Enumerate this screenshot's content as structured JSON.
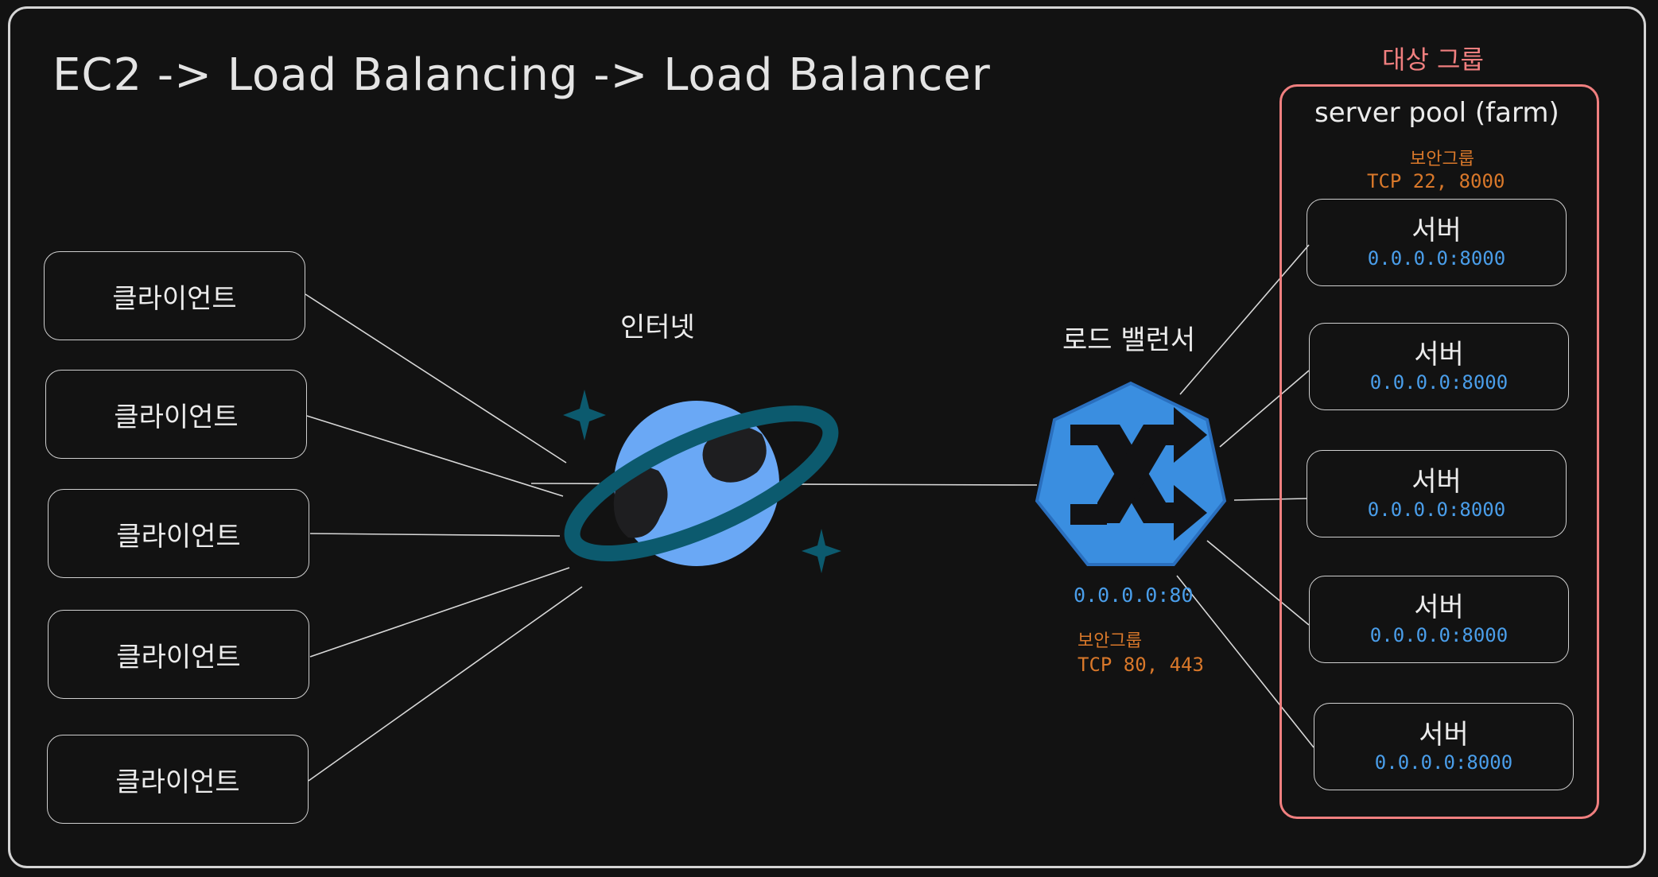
{
  "title": "EC2 -> Load Balancing -> Load Balancer",
  "clients": [
    "클라이언트",
    "클라이언트",
    "클라이언트",
    "클라이언트",
    "클라이언트"
  ],
  "internet": {
    "label": "인터넷"
  },
  "load_balancer": {
    "label": "로드 밸런서",
    "address": "0.0.0.0:80",
    "security_group_label": "보안그룹",
    "security_group_rule": "TCP 80, 443"
  },
  "target_group": {
    "label": "대상 그룹",
    "pool_label": "server pool (farm)",
    "security_group_label": "보안그룹",
    "security_group_rule": "TCP 22, 8000",
    "servers": [
      {
        "label": "서버",
        "address": "0.0.0.0:8000"
      },
      {
        "label": "서버",
        "address": "0.0.0.0:8000"
      },
      {
        "label": "서버",
        "address": "0.0.0.0:8000"
      },
      {
        "label": "서버",
        "address": "0.0.0.0:8000"
      },
      {
        "label": "서버",
        "address": "0.0.0.0:8000"
      }
    ]
  },
  "colors": {
    "group_border": "#f07f7f",
    "address_text": "#4a9eea",
    "security_text": "#d9782a",
    "globe": "#6aa8f5",
    "ring": "#0c5a6e",
    "lb_fill": "#3a8ee0"
  },
  "icons": {
    "internet": "globe-ring-icon",
    "load_balancer": "shuffle-arrows-icon",
    "sparkle": "sparkle-icon"
  }
}
